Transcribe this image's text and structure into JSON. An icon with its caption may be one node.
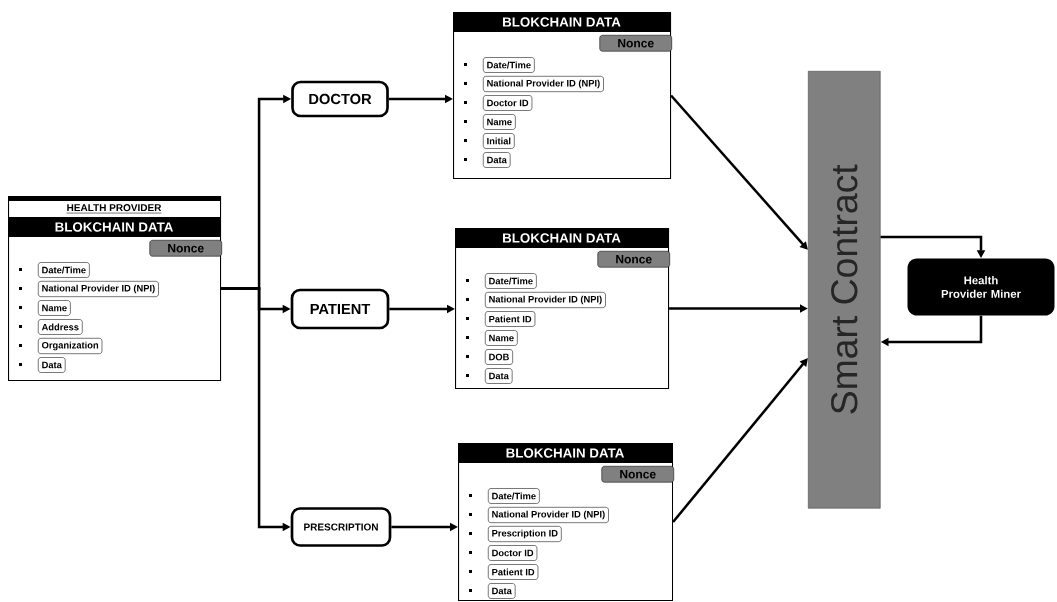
{
  "diagram": {
    "nodes": [
      {
        "text": [
          "HEALTH PROVIDER",
          "BLOKCHAIN DATA"
        ]
      },
      {
        "text": [
          "Nonce"
        ],
        "in": 0
      },
      {
        "text": [
          "Date/Time"
        ],
        "in": 0
      },
      {
        "text": [
          "National Provider ID (NPI)"
        ],
        "in": 0
      },
      {
        "text": [
          "Name"
        ],
        "in": 0
      },
      {
        "text": [
          "Address"
        ],
        "in": 0
      },
      {
        "text": [
          "Organization"
        ],
        "in": 0
      },
      {
        "text": [
          "Data"
        ],
        "in": 0
      },
      {
        "text": [
          "DOCTOR"
        ]
      },
      {
        "text": [
          "PATIENT"
        ]
      },
      {
        "text": [
          "PRESCRIPTION"
        ]
      },
      {
        "text": [
          "BLOKCHAIN DATA"
        ]
      },
      {
        "text": [
          "Nonce"
        ],
        "in": 11
      },
      {
        "text": [
          "Date/Time"
        ],
        "in": 11
      },
      {
        "text": [
          "National Provider ID (NPI)"
        ],
        "in": 11
      },
      {
        "text": [
          "Doctor ID"
        ],
        "in": 11
      },
      {
        "text": [
          "Name"
        ],
        "in": 11
      },
      {
        "text": [
          "Initial"
        ],
        "in": 11
      },
      {
        "text": [
          "Data"
        ],
        "in": 11
      },
      {
        "text": [
          "BLOKCHAIN DATA"
        ]
      },
      {
        "text": [
          "Nonce"
        ],
        "in": 19
      },
      {
        "text": [
          "Date/Time"
        ],
        "in": 19
      },
      {
        "text": [
          "National Provider ID (NPI)"
        ],
        "in": 19
      },
      {
        "text": [
          "Patient ID"
        ],
        "in": 19
      },
      {
        "text": [
          "Name"
        ],
        "in": 19
      },
      {
        "text": [
          "DOB"
        ],
        "in": 19
      },
      {
        "text": [
          "Data"
        ],
        "in": 19
      },
      {
        "text": [
          "BLOKCHAIN DATA"
        ]
      },
      {
        "text": [
          "Nonce"
        ],
        "in": 27
      },
      {
        "text": [
          "Date/Time"
        ],
        "in": 27
      },
      {
        "text": [
          "National Provider ID (NPI)"
        ],
        "in": 27
      },
      {
        "text": [
          "Prescription ID"
        ],
        "in": 27
      },
      {
        "text": [
          "Doctor ID"
        ],
        "in": 27
      },
      {
        "text": [
          "Patient ID"
        ],
        "in": 27
      },
      {
        "text": [
          "Data"
        ],
        "in": 27
      },
      {
        "text": [
          "Smart Contract"
        ]
      },
      {
        "text": [
          "Health Provider Miner"
        ]
      }
    ],
    "edges": [
      {
        "from": 0,
        "to": 8,
        "arrow": "to"
      },
      {
        "from": 0,
        "to": 9,
        "arrow": "to"
      },
      {
        "from": 0,
        "to": 10,
        "arrow": "to"
      },
      {
        "from": 8,
        "to": 11,
        "arrow": "to"
      },
      {
        "from": 9,
        "to": 19,
        "arrow": "to"
      },
      {
        "from": 10,
        "to": 27,
        "arrow": "to"
      },
      {
        "from": 11,
        "to": 35,
        "arrow": "to"
      },
      {
        "from": 19,
        "to": 35,
        "arrow": "to"
      },
      {
        "from": 27,
        "to": 35,
        "arrow": "to"
      },
      {
        "from": 35,
        "to": 36,
        "arrow": "to"
      },
      {
        "from": 36,
        "to": 35,
        "arrow": "to"
      }
    ]
  }
}
